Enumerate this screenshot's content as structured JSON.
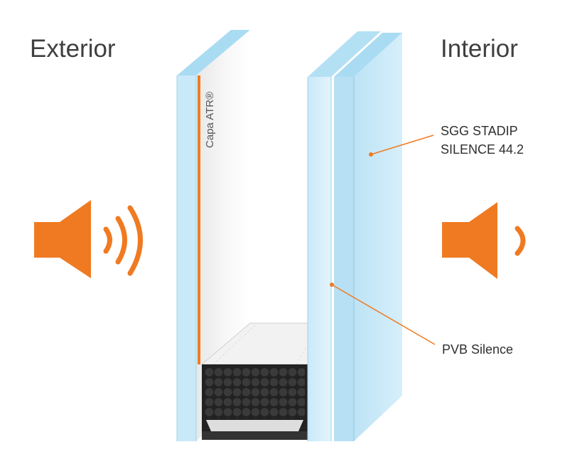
{
  "headings": {
    "exterior": "Exterior",
    "interior": "Interior"
  },
  "coating_label": "Capa ATR®",
  "callouts": {
    "laminated_glass_line1": "SGG STADIP",
    "laminated_glass_line2": "SILENCE 44.2",
    "pvb": "PVB Silence"
  },
  "icons": {
    "exterior_sound": "speaker-loud-icon",
    "interior_sound": "speaker-quiet-icon"
  },
  "colors": {
    "accent_orange": "#f07a22",
    "glass_edge": "#bfe4f5",
    "glass_face": "#d9f0fb",
    "spacer_dark": "#222222",
    "heading_text": "#3f3f3f"
  }
}
